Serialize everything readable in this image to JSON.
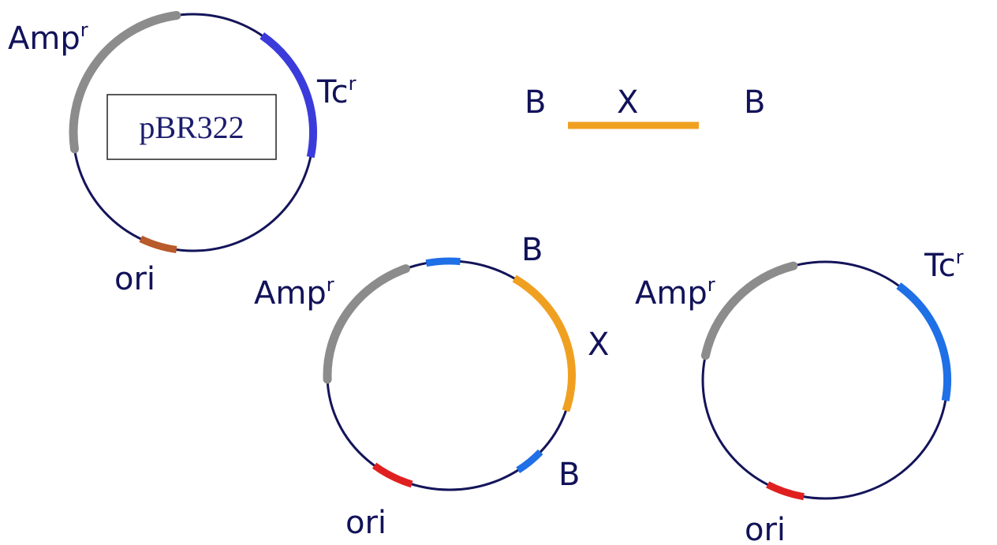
{
  "colors": {
    "backbone": "#14145a",
    "amp": "#8c8c8c",
    "tc_original": "#3b3bdb",
    "tc_recombinant": "#1f6fe6",
    "ori_original": "#b85a2a",
    "ori_recombinant": "#e02020",
    "bam_site": "#1f6fe6",
    "insert": "#f0a020",
    "label": "#12125a"
  },
  "plasmid_original": {
    "name": "pBR322",
    "amp_label": "Amp",
    "amp_sup": "r",
    "tc_label": "Tc",
    "tc_sup": "r",
    "ori_label": "ori"
  },
  "fragment": {
    "left_site": "B",
    "insert_label": "X",
    "right_site": "B"
  },
  "plasmid_recombinant": {
    "amp_label": "Amp",
    "amp_sup": "r",
    "site_top": "B",
    "insert_label": "X",
    "site_bottom": "B",
    "ori_label": "ori"
  },
  "plasmid_religated": {
    "amp_label": "Amp",
    "amp_sup": "r",
    "tc_label": "Tc",
    "tc_sup": "r",
    "ori_label": "ori"
  }
}
